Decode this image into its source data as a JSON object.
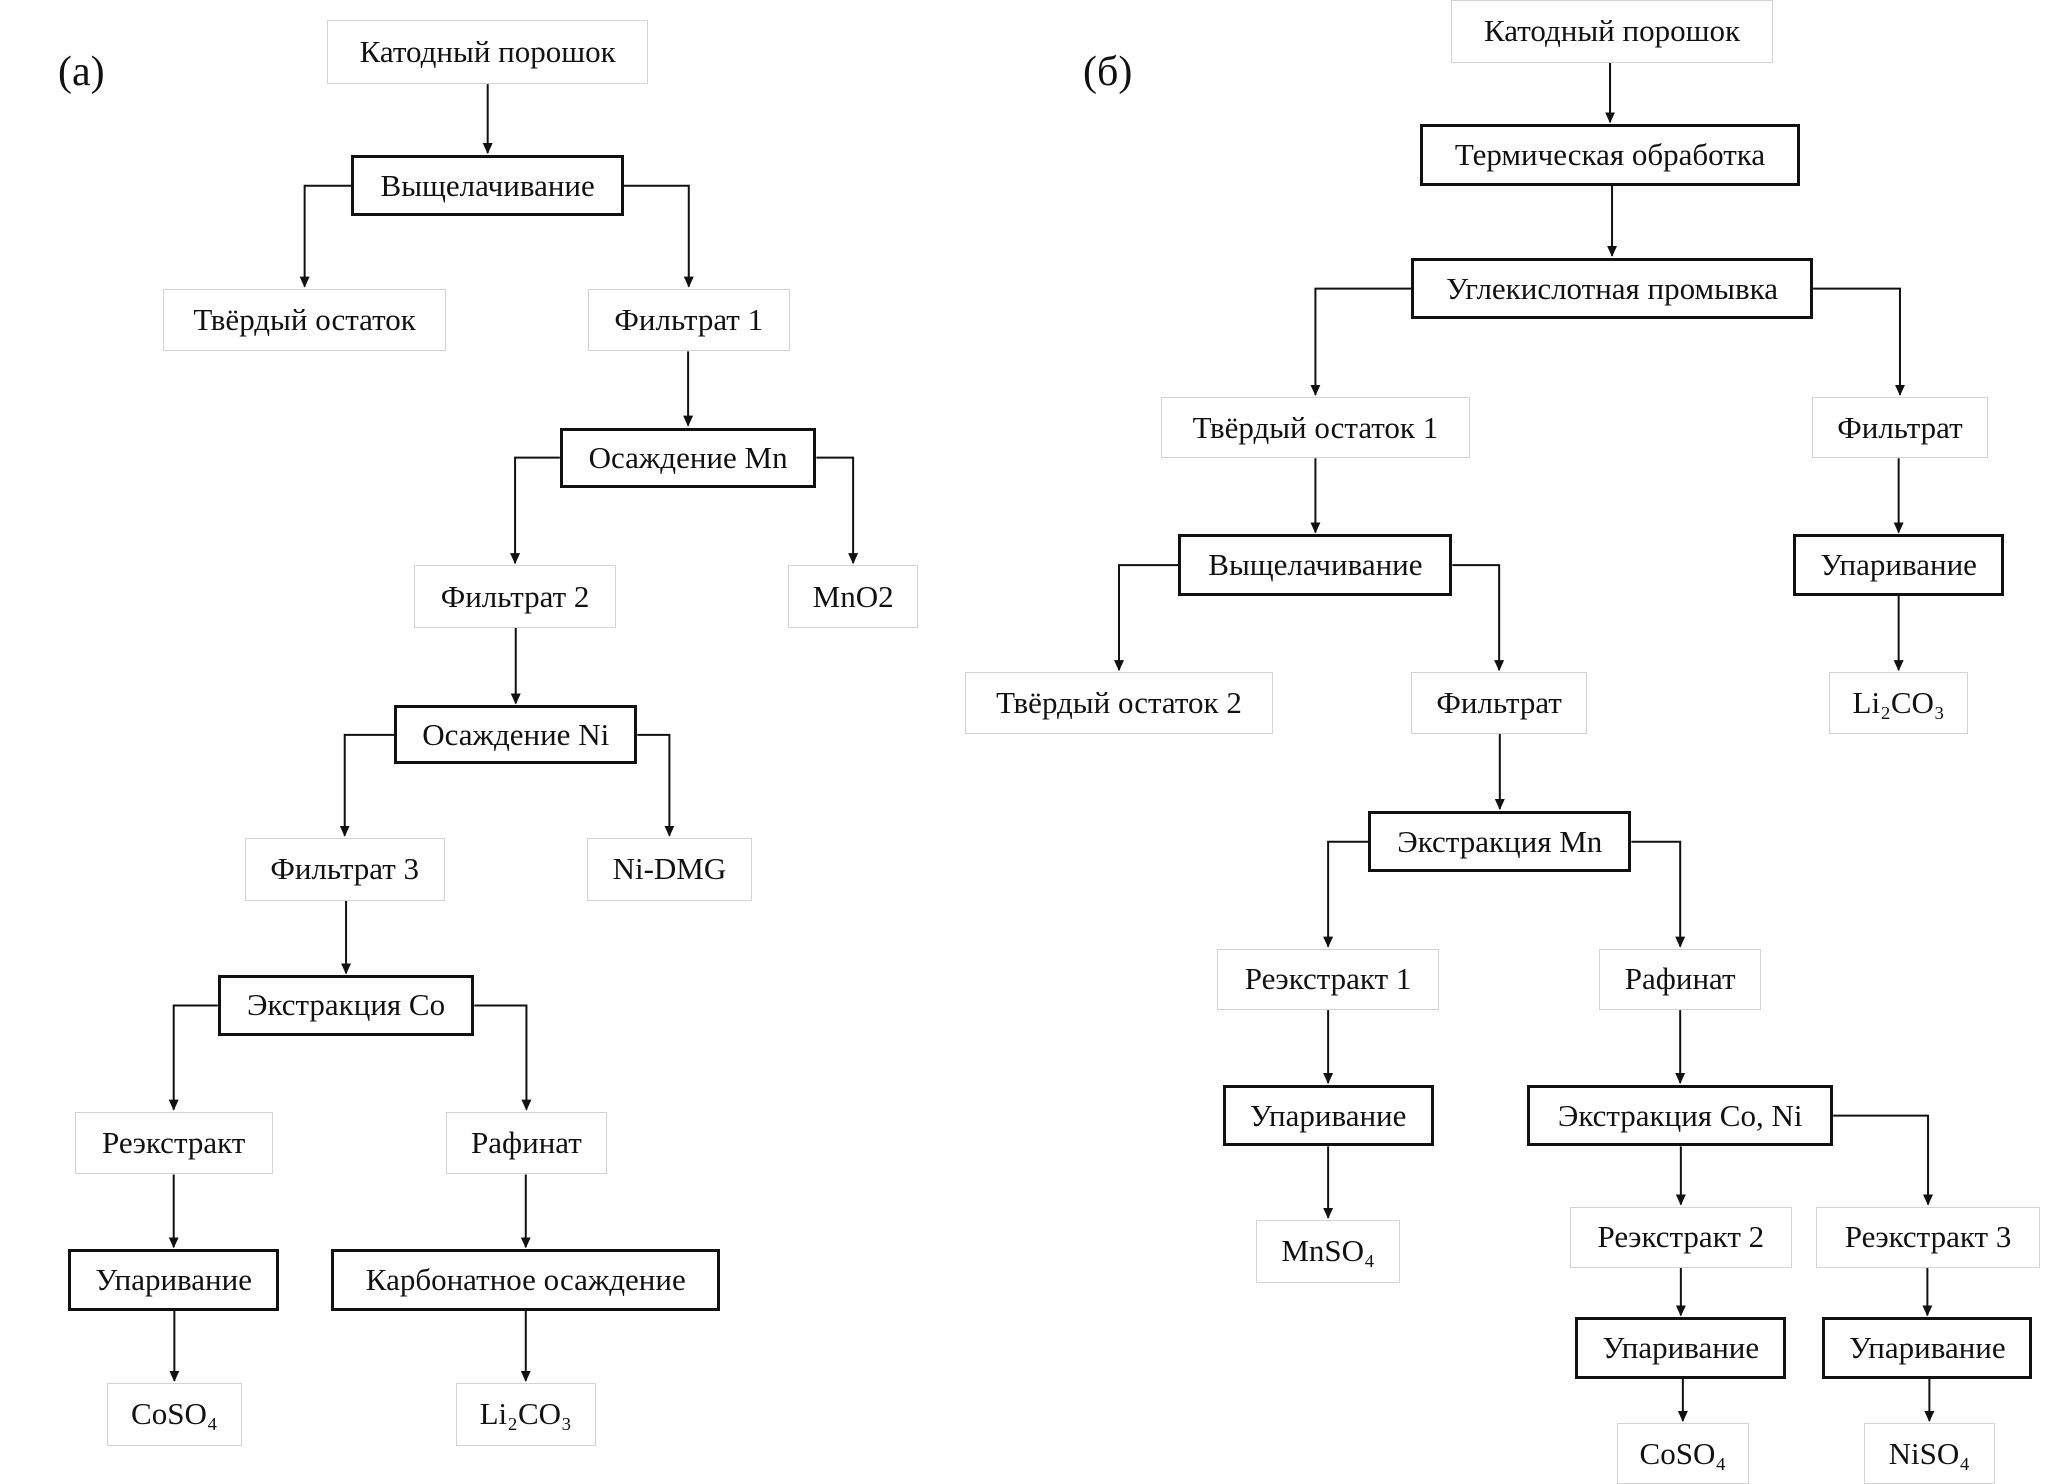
{
  "panels": [
    {
      "label": "(a)",
      "nodes": [
        {
          "key": "a1",
          "text": "Катодный порошок",
          "kind": "material"
        },
        {
          "key": "a2",
          "text": "Выщелачивание",
          "kind": "process"
        },
        {
          "key": "a3",
          "text": "Твёрдый остаток",
          "kind": "material"
        },
        {
          "key": "a4",
          "text": "Фильтрат 1",
          "kind": "material"
        },
        {
          "key": "a5",
          "text": "Осаждение Mn",
          "kind": "process"
        },
        {
          "key": "a6",
          "text": "Фильтрат 2",
          "kind": "material"
        },
        {
          "key": "a7",
          "text": "MnO2",
          "kind": "material"
        },
        {
          "key": "a8",
          "text": "Осаждение Ni",
          "kind": "process"
        },
        {
          "key": "a9",
          "text": "Фильтрат 3",
          "kind": "material"
        },
        {
          "key": "a10",
          "text": "Ni-DMG",
          "kind": "material"
        },
        {
          "key": "a11",
          "text": "Экстракция Co",
          "kind": "process"
        },
        {
          "key": "a12",
          "text": "Реэкстракт",
          "kind": "material"
        },
        {
          "key": "a13",
          "text": "Рафинат",
          "kind": "material"
        },
        {
          "key": "a14",
          "text": "Упаривание",
          "kind": "process"
        },
        {
          "key": "a15",
          "text": "Карбонатное осаждение",
          "kind": "process"
        },
        {
          "key": "a16",
          "text": "CoSO₄",
          "kind": "material"
        },
        {
          "key": "a17",
          "text": "Li₂CO₃",
          "kind": "material"
        }
      ],
      "edges": [
        [
          "a1",
          "a2"
        ],
        [
          "a2",
          "a3"
        ],
        [
          "a2",
          "a4"
        ],
        [
          "a4",
          "a5"
        ],
        [
          "a5",
          "a6"
        ],
        [
          "a5",
          "a7"
        ],
        [
          "a6",
          "a8"
        ],
        [
          "a8",
          "a9"
        ],
        [
          "a8",
          "a10"
        ],
        [
          "a9",
          "a11"
        ],
        [
          "a11",
          "a12"
        ],
        [
          "a11",
          "a13"
        ],
        [
          "a12",
          "a14"
        ],
        [
          "a13",
          "a15"
        ],
        [
          "a14",
          "a16"
        ],
        [
          "a15",
          "a17"
        ]
      ]
    },
    {
      "label": "(б)",
      "nodes": [
        {
          "key": "b1",
          "text": "Катодный порошок",
          "kind": "material"
        },
        {
          "key": "b2",
          "text": "Термическая обработка",
          "kind": "process"
        },
        {
          "key": "b3",
          "text": "Углекислотная промывка",
          "kind": "process"
        },
        {
          "key": "b4",
          "text": "Твёрдый остаток 1",
          "kind": "material"
        },
        {
          "key": "b5",
          "text": "Фильтрат",
          "kind": "material"
        },
        {
          "key": "b6",
          "text": "Выщелачивание",
          "kind": "process"
        },
        {
          "key": "b7",
          "text": "Упаривание",
          "kind": "process"
        },
        {
          "key": "b8",
          "text": "Твёрдый остаток 2",
          "kind": "material"
        },
        {
          "key": "b9",
          "text": "Фильтрат",
          "kind": "material"
        },
        {
          "key": "b10",
          "text": "Li₂CO₃",
          "kind": "material"
        },
        {
          "key": "b11",
          "text": "Экстракция Mn",
          "kind": "process"
        },
        {
          "key": "b12",
          "text": "Реэкстракт 1",
          "kind": "material"
        },
        {
          "key": "b13",
          "text": "Рафинат",
          "kind": "material"
        },
        {
          "key": "b14",
          "text": "Упаривание",
          "kind": "process"
        },
        {
          "key": "b15",
          "text": "Экстракция Co, Ni",
          "kind": "process"
        },
        {
          "key": "b16",
          "text": "MnSO₄",
          "kind": "material"
        },
        {
          "key": "b17",
          "text": "Реэкстракт 2",
          "kind": "material"
        },
        {
          "key": "b18",
          "text": "Реэкстракт 3",
          "kind": "material"
        },
        {
          "key": "b19",
          "text": "Упаривание",
          "kind": "process"
        },
        {
          "key": "b20",
          "text": "Упаривание",
          "kind": "process"
        },
        {
          "key": "b21",
          "text": "CoSO₄",
          "kind": "material"
        },
        {
          "key": "b22",
          "text": "NiSO₄",
          "kind": "material"
        }
      ],
      "edges": [
        [
          "b1",
          "b2"
        ],
        [
          "b2",
          "b3"
        ],
        [
          "b3",
          "b4"
        ],
        [
          "b3",
          "b5"
        ],
        [
          "b4",
          "b6"
        ],
        [
          "b5",
          "b7"
        ],
        [
          "b6",
          "b8"
        ],
        [
          "b6",
          "b9"
        ],
        [
          "b7",
          "b10"
        ],
        [
          "b9",
          "b11"
        ],
        [
          "b11",
          "b12"
        ],
        [
          "b11",
          "b13"
        ],
        [
          "b12",
          "b14"
        ],
        [
          "b13",
          "b15"
        ],
        [
          "b14",
          "b16"
        ],
        [
          "b15",
          "b17"
        ],
        [
          "b15",
          "b18"
        ],
        [
          "b17",
          "b19"
        ],
        [
          "b18",
          "b20"
        ],
        [
          "b19",
          "b21"
        ],
        [
          "b20",
          "b22"
        ]
      ]
    }
  ]
}
